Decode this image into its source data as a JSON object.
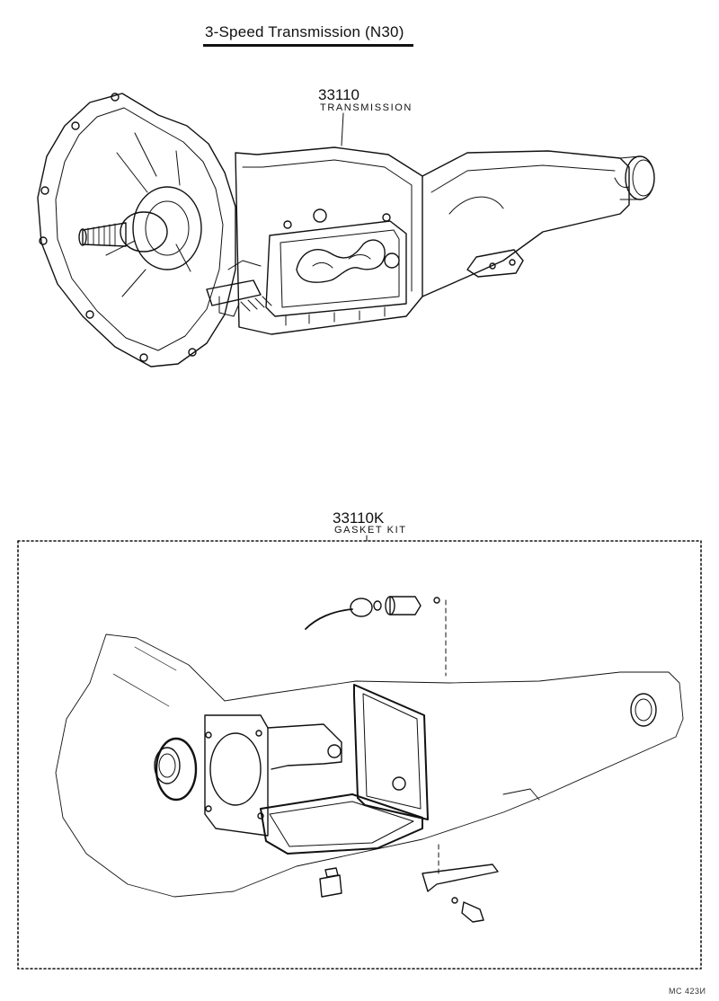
{
  "title": "3-Speed Transmission (N30)",
  "assembly": {
    "part_number": "33110",
    "part_name": "TRANSMISSION"
  },
  "kit": {
    "part_number": "33110K",
    "part_name": "GASKET KIT"
  },
  "figure_code": "MC 423И",
  "colors": {
    "ink": "#111111",
    "paper": "#ffffff"
  }
}
